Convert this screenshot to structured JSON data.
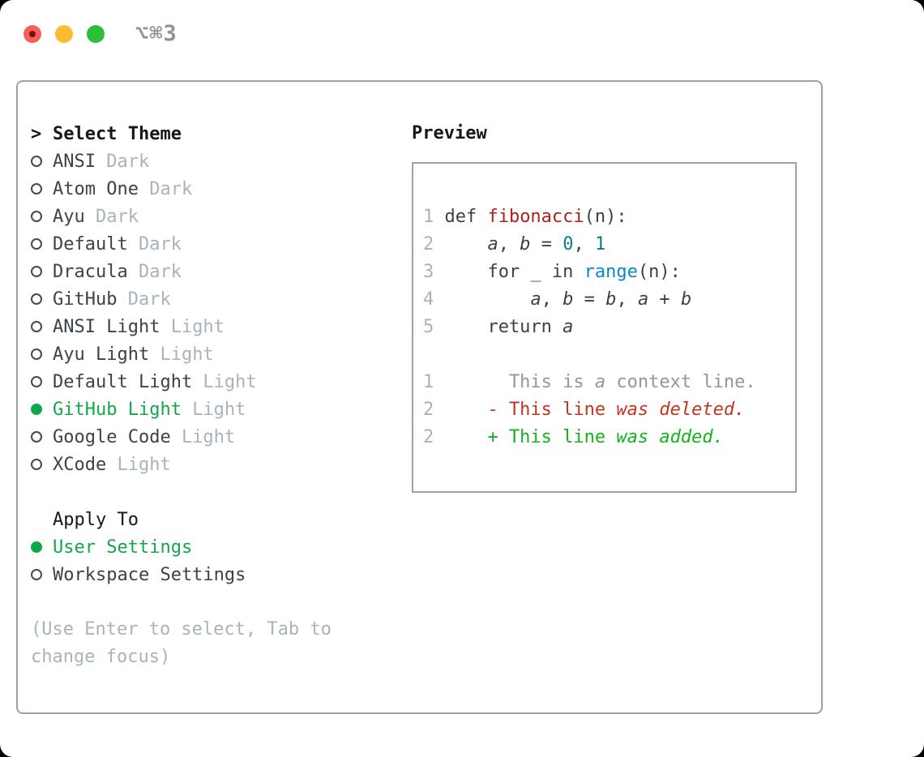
{
  "colors": {
    "text": "#3b4248",
    "heading": "#14181d",
    "muted": "#a9b3bd",
    "line_number": "#a7b2c0",
    "ctx_gray": "#8f979f",
    "accent_green": "#13a74b",
    "func_red": "#ae1f1f",
    "diff_red": "#c03522",
    "diff_green": "#14b31c",
    "num_teal": "#0b7d85",
    "call_blue": "#0c87c7",
    "panel_border": "#9aa2ae"
  },
  "window": {
    "shortcut": "⌥⌘3",
    "traffic_lights": [
      "close",
      "minimize",
      "zoom"
    ]
  },
  "theme_panel": {
    "title_prefix": ">",
    "title": "Select Theme",
    "items": [
      {
        "name": "ANSI",
        "variant": "Dark",
        "selected": false
      },
      {
        "name": "Atom One",
        "variant": "Dark",
        "selected": false
      },
      {
        "name": "Ayu",
        "variant": "Dark",
        "selected": false
      },
      {
        "name": "Default",
        "variant": "Dark",
        "selected": false
      },
      {
        "name": "Dracula",
        "variant": "Dark",
        "selected": false
      },
      {
        "name": "GitHub",
        "variant": "Dark",
        "selected": false
      },
      {
        "name": "ANSI Light",
        "variant": "Light",
        "selected": false
      },
      {
        "name": "Ayu Light",
        "variant": "Light",
        "selected": false
      },
      {
        "name": "Default Light",
        "variant": "Light",
        "selected": false
      },
      {
        "name": "GitHub Light",
        "variant": "Light",
        "selected": true
      },
      {
        "name": "Google Code",
        "variant": "Light",
        "selected": false
      },
      {
        "name": "XCode",
        "variant": "Light",
        "selected": false
      }
    ],
    "apply_to": {
      "title": "Apply To",
      "options": [
        {
          "name": "User Settings",
          "selected": true
        },
        {
          "name": "Workspace Settings",
          "selected": false
        }
      ]
    },
    "hint_lines": [
      "(Use Enter to select, Tab to",
      "change focus)"
    ]
  },
  "preview": {
    "title": "Preview",
    "lines": [
      {
        "ln": "1",
        "segs": [
          [
            "def ",
            "t"
          ],
          [
            "fibonacci",
            "fn"
          ],
          [
            "(n):",
            "t"
          ]
        ]
      },
      {
        "ln": "2",
        "segs": [
          [
            "    ",
            "t"
          ],
          [
            "a",
            "v"
          ],
          [
            ", ",
            "t"
          ],
          [
            "b",
            "v"
          ],
          [
            " = ",
            "t"
          ],
          [
            "0",
            "n"
          ],
          [
            ", ",
            "t"
          ],
          [
            "1",
            "n"
          ]
        ]
      },
      {
        "ln": "3",
        "segs": [
          [
            "    for _ in ",
            "t"
          ],
          [
            "range",
            "c"
          ],
          [
            "(n):",
            "t"
          ]
        ]
      },
      {
        "ln": "4",
        "segs": [
          [
            "        ",
            "t"
          ],
          [
            "a",
            "v"
          ],
          [
            ", ",
            "t"
          ],
          [
            "b",
            "v"
          ],
          [
            " = ",
            "t"
          ],
          [
            "b",
            "v"
          ],
          [
            ", ",
            "t"
          ],
          [
            "a",
            "v"
          ],
          [
            " + ",
            "t"
          ],
          [
            "b",
            "v"
          ]
        ]
      },
      {
        "ln": "5",
        "segs": [
          [
            "    return ",
            "t"
          ],
          [
            "a",
            "v"
          ]
        ]
      },
      {
        "ln": "",
        "segs": []
      },
      {
        "ln": "1",
        "segs": [
          [
            "      This is ",
            "ctx"
          ],
          [
            "a",
            "ctx i"
          ],
          [
            " context line.",
            "ctx"
          ]
        ]
      },
      {
        "ln": "2",
        "segs": [
          [
            "    - This line ",
            "del"
          ],
          [
            "was deleted.",
            "del i"
          ]
        ]
      },
      {
        "ln": "2",
        "segs": [
          [
            "    + This line ",
            "add"
          ],
          [
            "was added.",
            "add i"
          ]
        ]
      }
    ]
  }
}
